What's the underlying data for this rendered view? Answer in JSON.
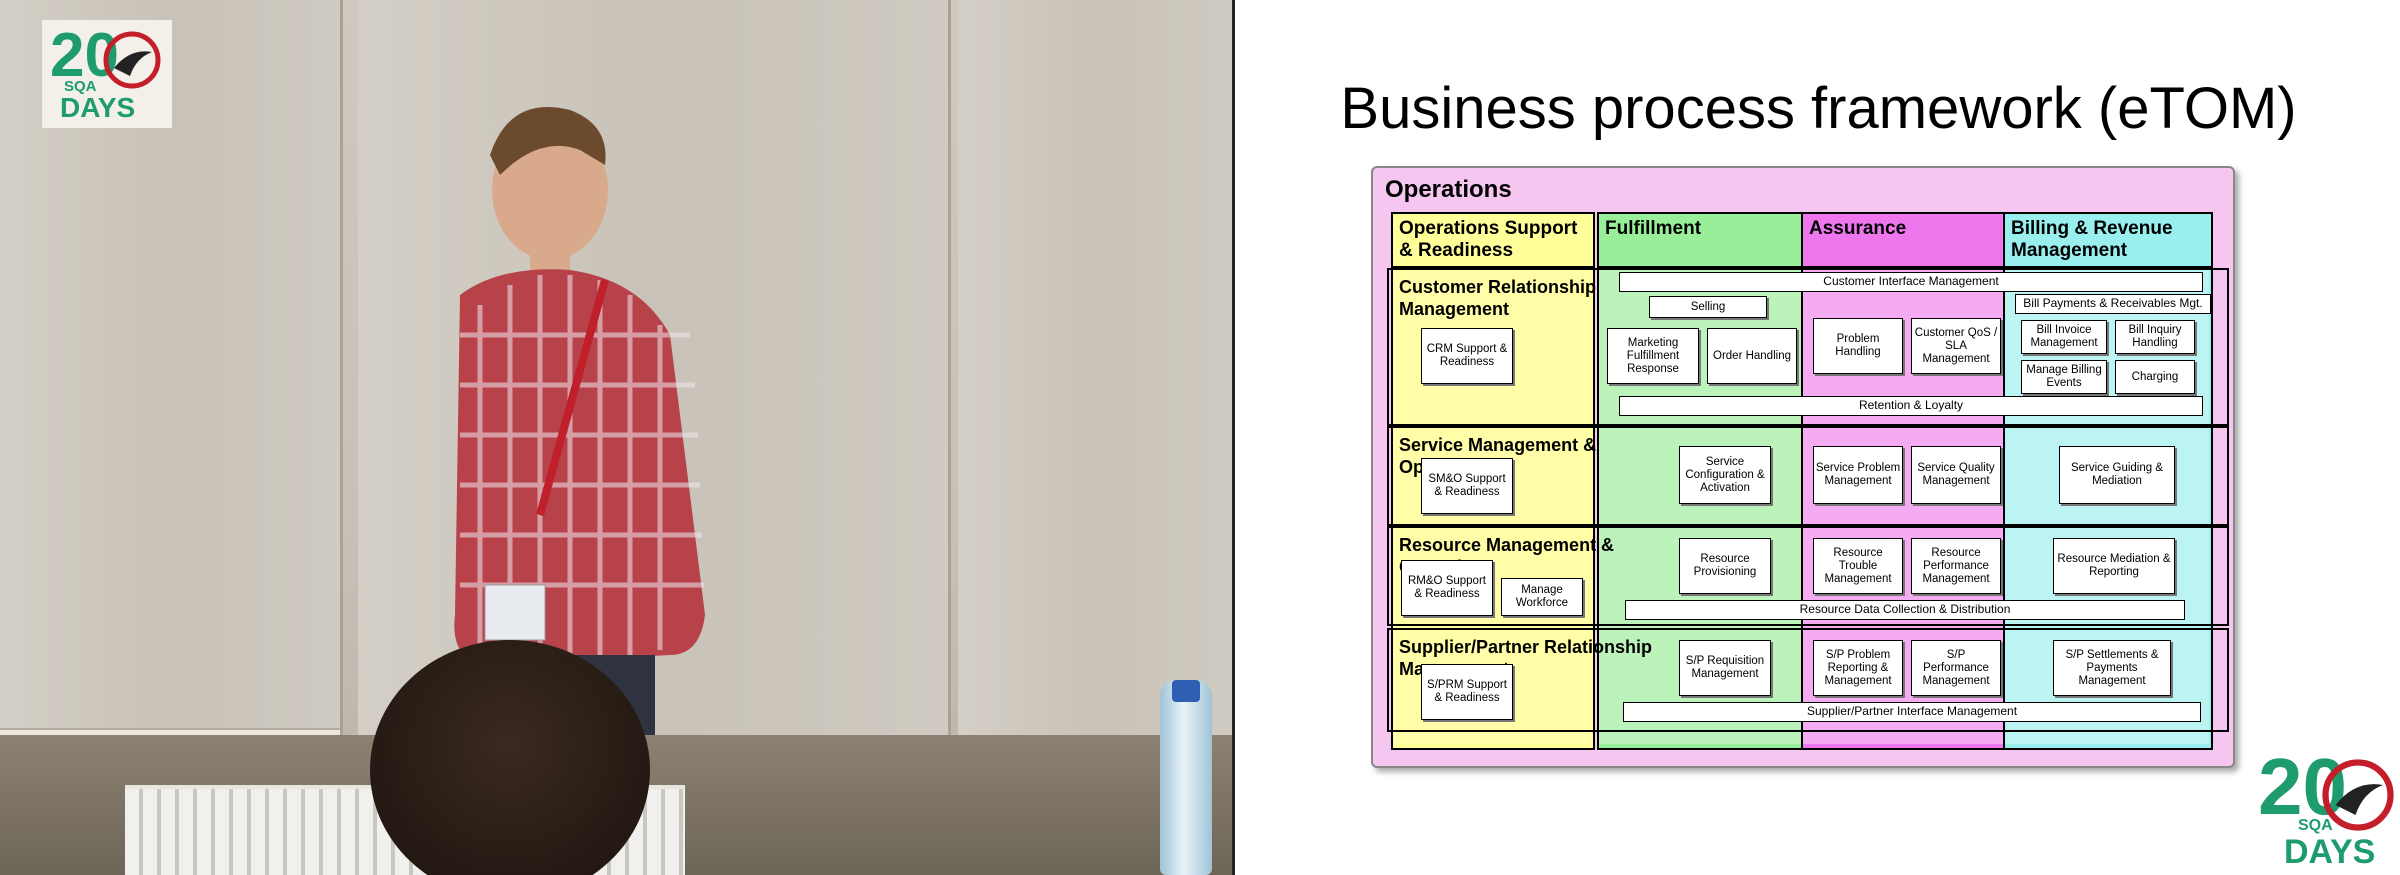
{
  "logo": {
    "text_top": "20",
    "text_mid": "SQA",
    "text_bottom": "DAYS"
  },
  "slide": {
    "title": "Business process framework (eTOM)",
    "operations_label": "Operations",
    "columns": [
      {
        "label": "Operations Support & Readiness",
        "color": "#ffff99"
      },
      {
        "label": "Fulfillment",
        "color": "#99ee99"
      },
      {
        "label": "Assurance",
        "color": "#ee77ee"
      },
      {
        "label": "Billing & Revenue Management",
        "color": "#99eeee"
      }
    ],
    "bands": {
      "crm": "Customer Relationship Management",
      "smo": "Service Management & Operations",
      "rmo": "Resource Management & Operations",
      "sprm": "Supplier/Partner Relationship Management"
    },
    "bars": {
      "customer_interface": "Customer Interface Management",
      "retention": "Retention & Loyalty",
      "resource_data": "Resource Data Collection & Distribution",
      "supplier_interface": "Supplier/Partner Interface Management",
      "bill_payments": "Bill Payments & Receivables Mgt."
    },
    "boxes": {
      "selling": "Selling",
      "crm_support": "CRM Support & Readiness",
      "marketing": "Marketing Fulfillment Response",
      "order": "Order Handling",
      "problem": "Problem Handling",
      "qos": "Customer QoS / SLA Management",
      "bill_invoice": "Bill Invoice Management",
      "bill_inquiry": "Bill Inquiry Handling",
      "billing_events": "Manage Billing Events",
      "charging": "Charging",
      "smo_support": "SM&O Support & Readiness",
      "service_config": "Service Configuration & Activation",
      "service_problem": "Service Problem Management",
      "service_quality": "Service Quality Management",
      "service_guiding": "Service Guiding & Mediation",
      "rmo_support": "RM&O Support & Readiness",
      "workforce": "Manage Workforce",
      "resource_prov": "Resource Provisioning",
      "resource_trouble": "Resource Trouble Management",
      "resource_perf": "Resource Performance Management",
      "resource_mediation": "Resource Mediation & Reporting",
      "sprm_support": "S/PRM Support & Readiness",
      "sp_requisition": "S/P Requisition Management",
      "sp_problem": "S/P Problem Reporting & Management",
      "sp_performance": "S/P Performance Management",
      "sp_settlements": "S/P Settlements & Payments Management"
    }
  }
}
